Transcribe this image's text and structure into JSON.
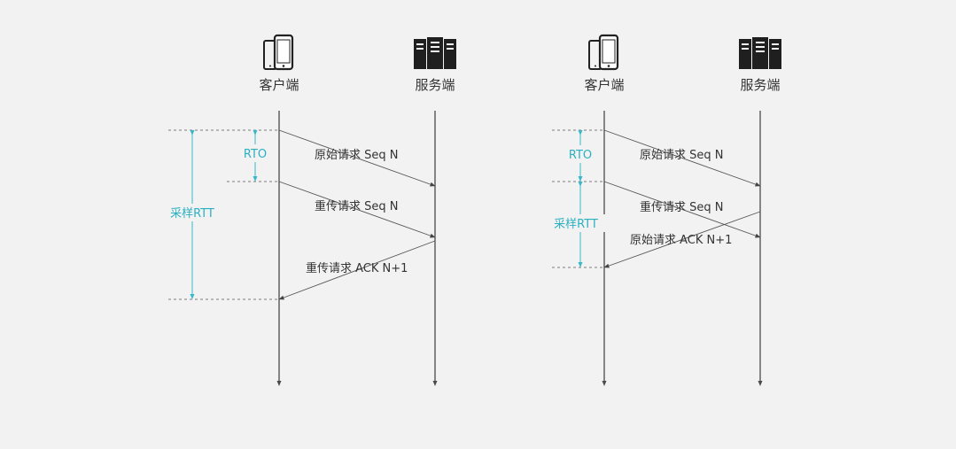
{
  "colors": {
    "background": "#f2f2f2",
    "accent": "#2bb0c0",
    "line": "#4a4a4a"
  },
  "left": {
    "client_label": "客户端",
    "server_label": "服务端",
    "msg1": "原始请求 Seq N",
    "msg2": "重传请求 Seq N",
    "msg3": "重传请求 ACK N+1",
    "rto": "RTO",
    "rtt": "采样RTT"
  },
  "right": {
    "client_label": "客户端",
    "server_label": "服务端",
    "msg1": "原始请求 Seq N",
    "msg2": "重传请求 Seq N",
    "msg3": "原始请求 ACK N+1",
    "rto": "RTO",
    "rtt": "采样RTT"
  },
  "icons": {
    "client": "smartphones-icon",
    "server": "server-rack-icon"
  }
}
